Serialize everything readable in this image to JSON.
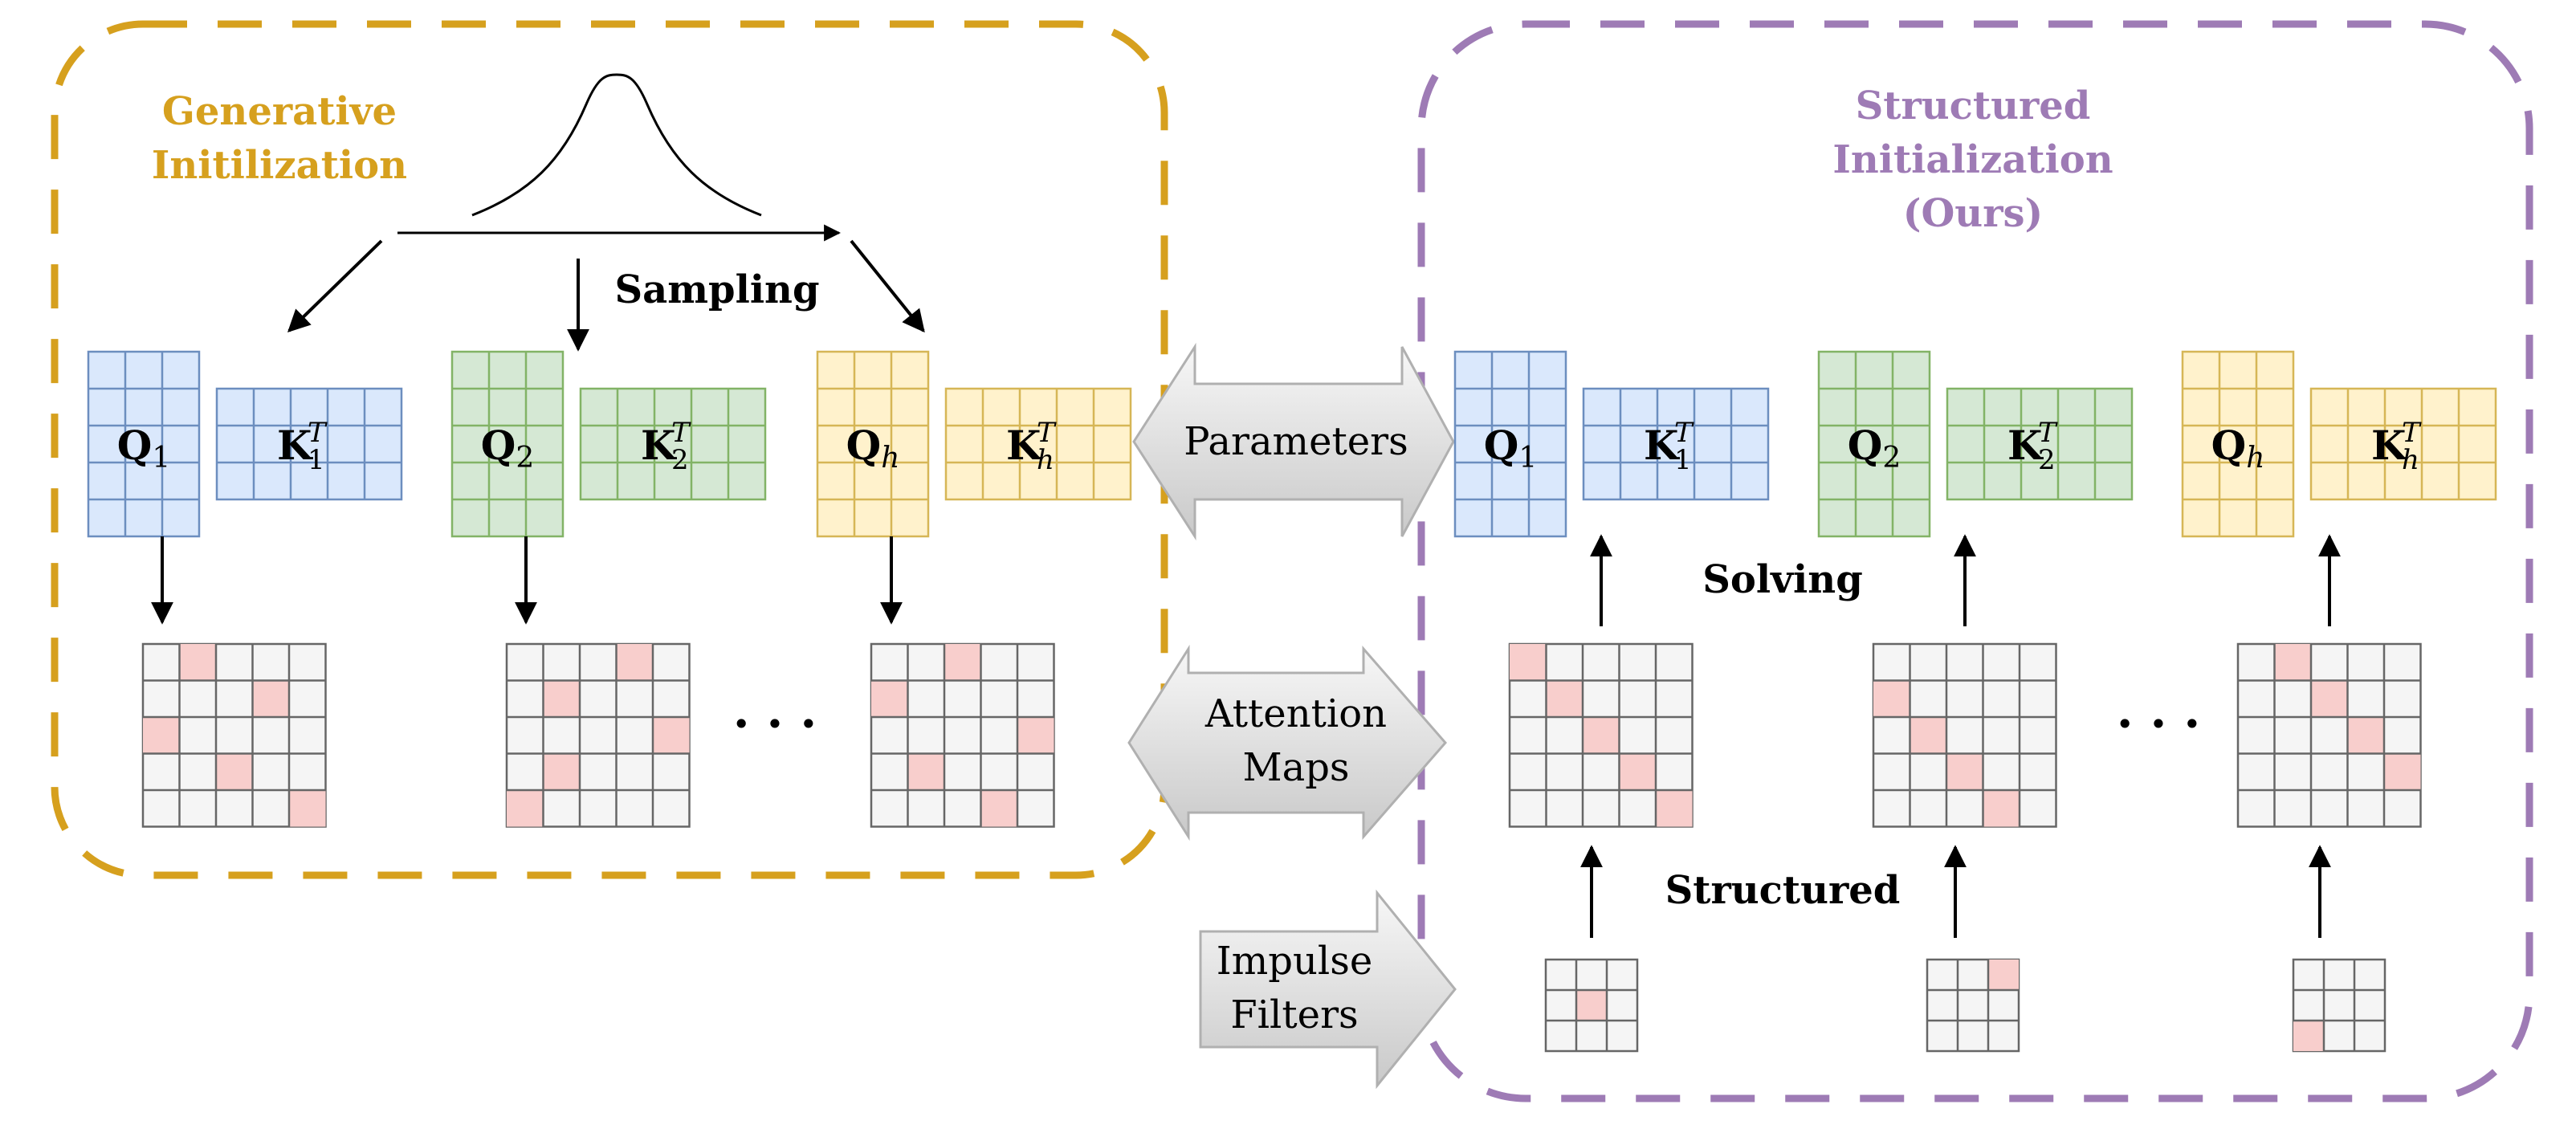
{
  "left_panel": {
    "title_line1": "Generative",
    "title_line2": "Initilization",
    "sampling_label": "Sampling",
    "heads": [
      {
        "q_base": "Q",
        "q_sub": "1",
        "k_base": "K",
        "k_sub": "1",
        "k_sup": "T",
        "theme": "blue",
        "attention_cells": [
          [
            0,
            1
          ],
          [
            1,
            3
          ],
          [
            2,
            0
          ],
          [
            3,
            2
          ],
          [
            4,
            4
          ]
        ]
      },
      {
        "q_base": "Q",
        "q_sub": "2",
        "k_base": "K",
        "k_sub": "2",
        "k_sup": "T",
        "theme": "green",
        "attention_cells": [
          [
            0,
            3
          ],
          [
            1,
            1
          ],
          [
            2,
            4
          ],
          [
            3,
            1
          ],
          [
            4,
            0
          ]
        ]
      },
      {
        "q_base": "Q",
        "q_sub": "h",
        "k_base": "K",
        "k_sub": "h",
        "k_sup": "T",
        "theme": "yellow",
        "attention_cells": [
          [
            0,
            2
          ],
          [
            1,
            0
          ],
          [
            2,
            4
          ],
          [
            3,
            1
          ],
          [
            4,
            3
          ]
        ]
      }
    ],
    "ellipsis": "· · ·"
  },
  "middle": {
    "parameters_label": "Parameters",
    "attention_label_line1": "Attention",
    "attention_label_line2": "Maps",
    "impulse_label_line1": "Impulse",
    "impulse_label_line2": "Filters"
  },
  "right_panel": {
    "title_line1": "Structured",
    "title_line2": "Initialization",
    "title_line3": "(Ours)",
    "solving_label": "Solving",
    "structured_label": "Structured",
    "heads": [
      {
        "q_base": "Q",
        "q_sub": "1",
        "k_base": "K",
        "k_sub": "1",
        "k_sup": "T",
        "theme": "blue",
        "attention_cells": [
          [
            0,
            0
          ],
          [
            1,
            1
          ],
          [
            2,
            2
          ],
          [
            3,
            3
          ],
          [
            4,
            4
          ]
        ],
        "filter_cell": [
          1,
          1
        ]
      },
      {
        "q_base": "Q",
        "q_sub": "2",
        "k_base": "K",
        "k_sub": "2",
        "k_sup": "T",
        "theme": "green",
        "attention_cells": [
          [
            1,
            0
          ],
          [
            2,
            1
          ],
          [
            3,
            2
          ],
          [
            4,
            3
          ]
        ],
        "filter_cell": [
          0,
          2
        ]
      },
      {
        "q_base": "Q",
        "q_sub": "h",
        "k_base": "K",
        "k_sub": "h",
        "k_sup": "T",
        "theme": "yellow",
        "attention_cells": [
          [
            0,
            1
          ],
          [
            1,
            2
          ],
          [
            2,
            3
          ],
          [
            3,
            4
          ]
        ],
        "filter_cell": [
          2,
          0
        ]
      }
    ],
    "ellipsis": "· · ·"
  },
  "colors": {
    "generative_accent": "#D6A01E",
    "structured_accent": "#9E7BB5",
    "blue_fill": "#DAE8FC",
    "blue_stroke": "#6C8EBF",
    "green_fill": "#D5E8D4",
    "green_stroke": "#82B366",
    "yellow_fill": "#FFF2CC",
    "yellow_stroke": "#D6B656",
    "map_fill": "#F5F5F5",
    "map_stroke": "#666666",
    "highlight": "#F8CECC"
  }
}
